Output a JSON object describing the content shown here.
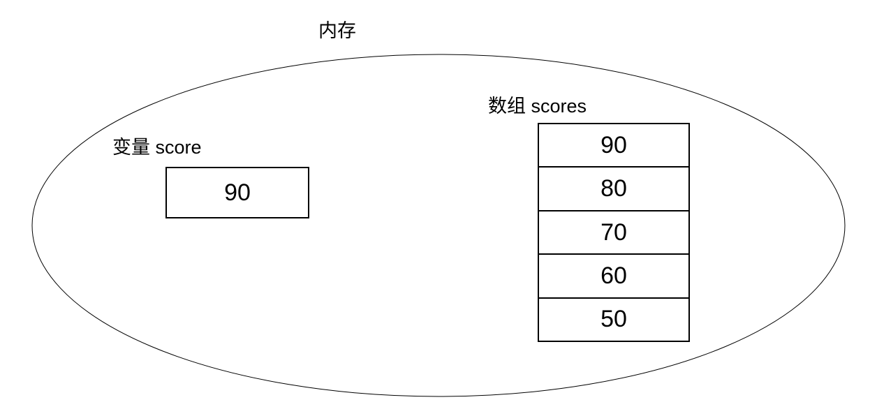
{
  "diagram": {
    "title": "内存",
    "variable": {
      "label": "变量 score",
      "value": "90"
    },
    "array": {
      "label": "数组 scores",
      "values": [
        "90",
        "80",
        "70",
        "60",
        "50"
      ]
    }
  },
  "colors": {
    "background": "#ffffff",
    "stroke": "#000000",
    "text": "#000000"
  }
}
